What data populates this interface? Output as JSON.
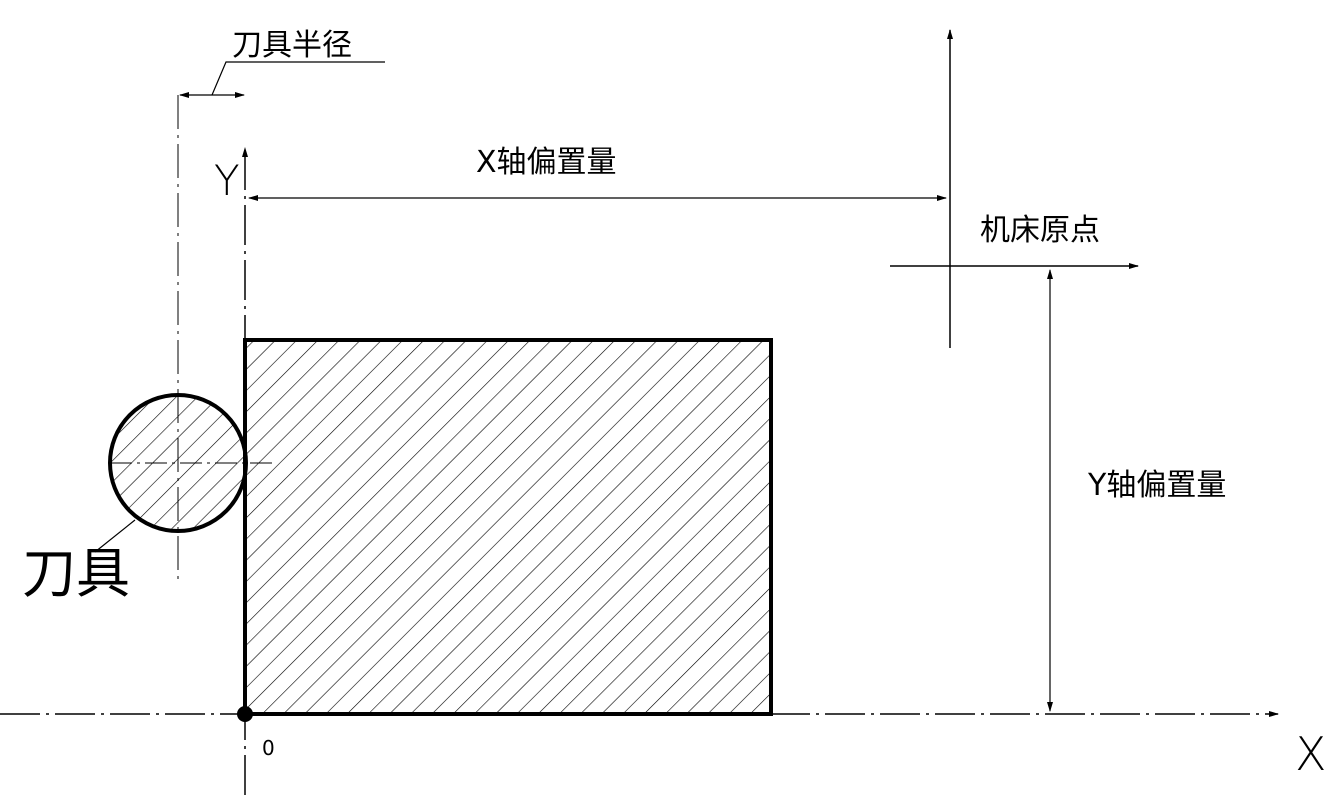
{
  "labels": {
    "tool_radius": "刀具半径",
    "x_offset": "X轴偏置量",
    "y_offset": "Y轴偏置量",
    "machine_origin": "机床原点",
    "tool": "刀具",
    "axis_y": "Y",
    "axis_x": "X",
    "origin": "0"
  },
  "colors": {
    "line": "#000000",
    "background": "#ffffff"
  }
}
